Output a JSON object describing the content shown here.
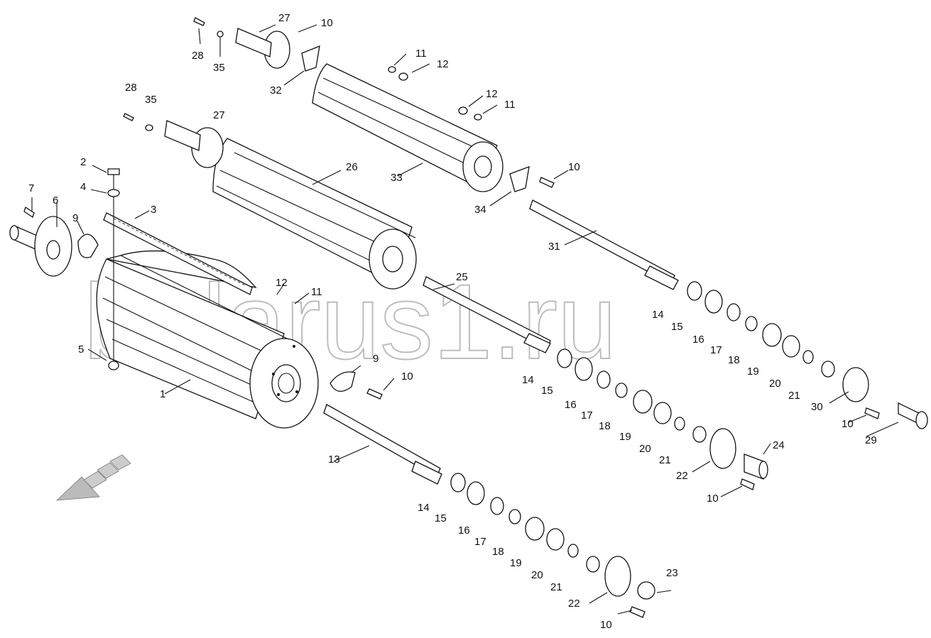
{
  "watermark": "belarus1.ru",
  "callouts": [
    {
      "id": "c1",
      "text": "1"
    },
    {
      "id": "c2",
      "text": "2"
    },
    {
      "id": "c3",
      "text": "3"
    },
    {
      "id": "c4",
      "text": "4"
    },
    {
      "id": "c5",
      "text": "5"
    },
    {
      "id": "c6",
      "text": "6"
    },
    {
      "id": "c7",
      "text": "7"
    },
    {
      "id": "c9a",
      "text": "9"
    },
    {
      "id": "c9b",
      "text": "9"
    },
    {
      "id": "c10a",
      "text": "10"
    },
    {
      "id": "c10b",
      "text": "10"
    },
    {
      "id": "c10c",
      "text": "10"
    },
    {
      "id": "c10d",
      "text": "10"
    },
    {
      "id": "c10e",
      "text": "10"
    },
    {
      "id": "c10f",
      "text": "10"
    },
    {
      "id": "c11a",
      "text": "11"
    },
    {
      "id": "c11b",
      "text": "11"
    },
    {
      "id": "c11c",
      "text": "11"
    },
    {
      "id": "c12a",
      "text": "12"
    },
    {
      "id": "c12b",
      "text": "12"
    },
    {
      "id": "c12c",
      "text": "12"
    },
    {
      "id": "c13",
      "text": "13"
    },
    {
      "id": "c14a",
      "text": "14"
    },
    {
      "id": "c15a",
      "text": "15"
    },
    {
      "id": "c16a",
      "text": "16"
    },
    {
      "id": "c17a",
      "text": "17"
    },
    {
      "id": "c18a",
      "text": "18"
    },
    {
      "id": "c19a",
      "text": "19"
    },
    {
      "id": "c20a",
      "text": "20"
    },
    {
      "id": "c21a",
      "text": "21"
    },
    {
      "id": "c14b",
      "text": "14"
    },
    {
      "id": "c15b",
      "text": "15"
    },
    {
      "id": "c16b",
      "text": "16"
    },
    {
      "id": "c17b",
      "text": "17"
    },
    {
      "id": "c18b",
      "text": "18"
    },
    {
      "id": "c19b",
      "text": "19"
    },
    {
      "id": "c20b",
      "text": "20"
    },
    {
      "id": "c21b",
      "text": "21"
    },
    {
      "id": "c14c",
      "text": "14"
    },
    {
      "id": "c15c",
      "text": "15"
    },
    {
      "id": "c16c",
      "text": "16"
    },
    {
      "id": "c17c",
      "text": "17"
    },
    {
      "id": "c18c",
      "text": "18"
    },
    {
      "id": "c19c",
      "text": "19"
    },
    {
      "id": "c20c",
      "text": "20"
    },
    {
      "id": "c21c",
      "text": "21"
    },
    {
      "id": "c22a",
      "text": "22"
    },
    {
      "id": "c22b",
      "text": "22"
    },
    {
      "id": "c23",
      "text": "23"
    },
    {
      "id": "c24",
      "text": "24"
    },
    {
      "id": "c25",
      "text": "25"
    },
    {
      "id": "c26",
      "text": "26"
    },
    {
      "id": "c27a",
      "text": "27"
    },
    {
      "id": "c27b",
      "text": "27"
    },
    {
      "id": "c28a",
      "text": "28"
    },
    {
      "id": "c28b",
      "text": "28"
    },
    {
      "id": "c29",
      "text": "29"
    },
    {
      "id": "c30",
      "text": "30"
    },
    {
      "id": "c31",
      "text": "31"
    },
    {
      "id": "c32",
      "text": "32"
    },
    {
      "id": "c33",
      "text": "33"
    },
    {
      "id": "c34",
      "text": "34"
    },
    {
      "id": "c35a",
      "text": "35"
    },
    {
      "id": "c35b",
      "text": "35"
    }
  ]
}
